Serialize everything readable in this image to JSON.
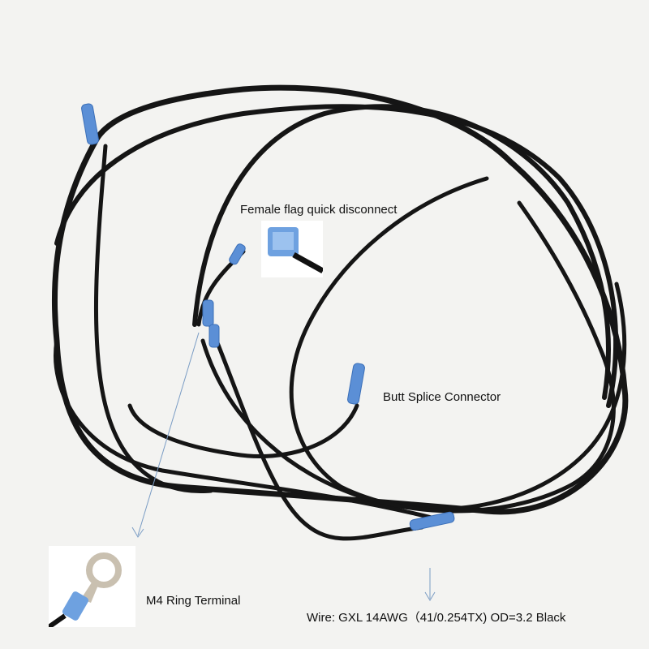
{
  "labels": {
    "female_flag": "Female flag quick disconnect",
    "butt_splice": "Butt Splice Connector",
    "ring_terminal": "M4 Ring Terminal",
    "wire_spec": "Wire: GXL 14AWG（41/0.254TX) OD=3.2 Black"
  },
  "colors": {
    "background": "#f3f3f1",
    "wire": "#151515",
    "connector_blue": "#5b8fd6",
    "annotation_arrow": "#7a9cc4"
  }
}
